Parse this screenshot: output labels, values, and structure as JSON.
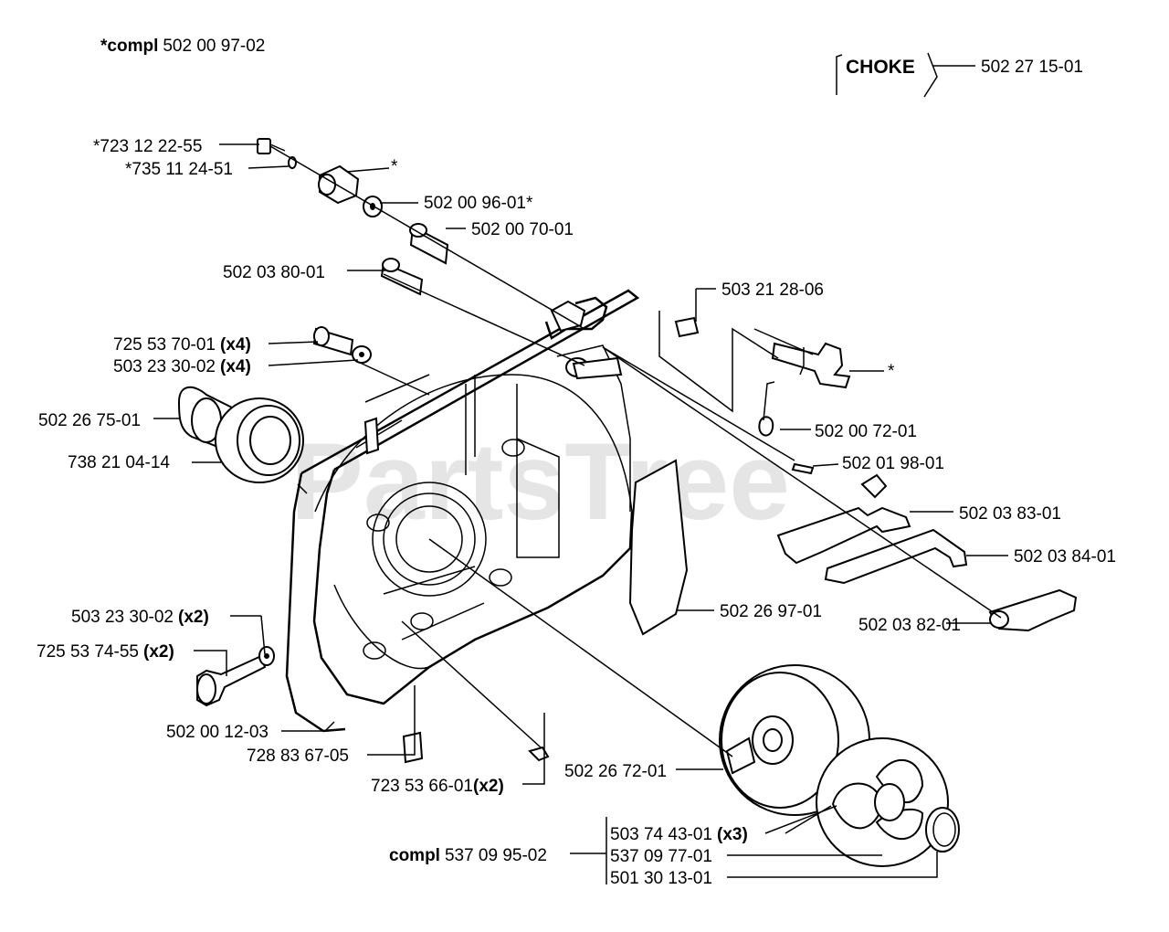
{
  "watermark": "PartsTree",
  "header": {
    "compl_prefix": "*compl",
    "compl_number": "502 00 97-02",
    "choke_label": "CHOKE",
    "choke_part": "502 27 15-01"
  },
  "labels": {
    "p_723122255": "*723 12 22-55",
    "p_735112451": "*735 11 24-51",
    "star_1": "*",
    "p_502009601": "502 00 96-01*",
    "p_502007001": "502 00 70-01",
    "p_502038001": "502 03 80-01",
    "p_503212806": "503 21 28-06",
    "p_725537001": "725 53 70-01",
    "qty_x4_a": "(x4)",
    "p_503233002_a": "503 23 30-02",
    "qty_x4_b": "(x4)",
    "star_2": "*",
    "p_502267501": "502 26 75-01",
    "p_738210414": "738 21 04-14",
    "p_502007201": "502 00 72-01",
    "p_502019801": "502 01 98-01",
    "p_502038301": "502 03 83-01",
    "p_502038401": "502 03 84-01",
    "p_502269701": "502 26 97-01",
    "p_502038201": "502 03 82-01",
    "p_503233002_b": "503 23 30-02",
    "qty_x2_a": "(x2)",
    "p_725537455": "725 53 74-55",
    "qty_x2_b": "(x2)",
    "p_502001203": "502 00 12-03",
    "p_728836705": "728 83 67-05",
    "p_723536601": "723 53 66-01",
    "qty_x2_c": "(x2)",
    "p_502267201": "502 26 72-01",
    "p_503744301": "503 74 43-01",
    "qty_x3": "(x3)",
    "p_537097701": "537 09 77-01",
    "p_501301301": "501 30 13-01",
    "compl2_prefix": "compl",
    "compl2_number": "537 09 95-02"
  }
}
